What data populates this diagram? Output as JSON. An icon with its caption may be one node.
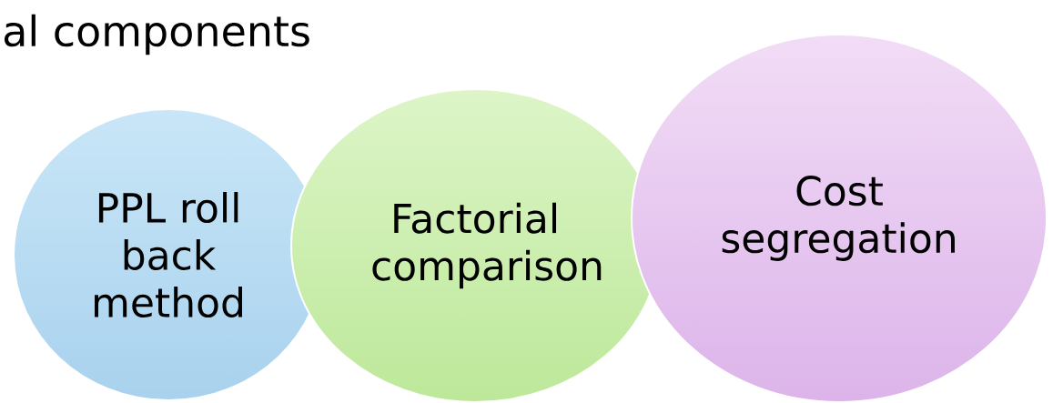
{
  "diagram": {
    "title": "al components",
    "nodes": [
      {
        "text": [
          "PPL roll back method"
        ]
      },
      {
        "text": [
          "Factorial comparison"
        ]
      },
      {
        "text": [
          "Cost segregation"
        ]
      }
    ]
  }
}
